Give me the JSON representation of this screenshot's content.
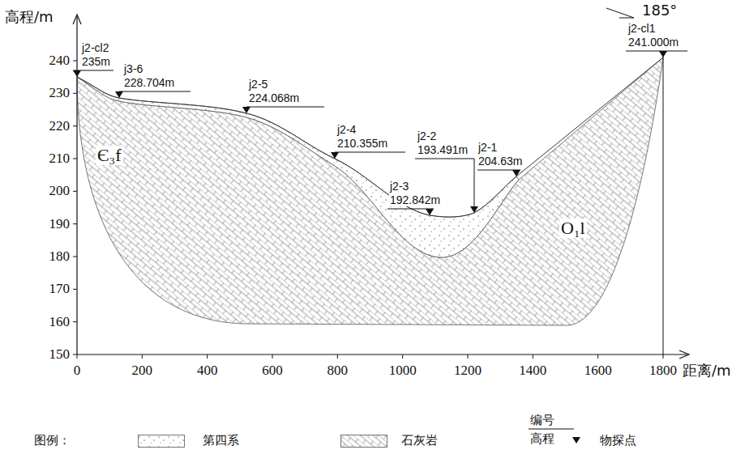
{
  "diagram": {
    "labels": [
      "高程/m",
      "240",
      "230",
      "220",
      "210",
      "200",
      "190",
      "180",
      "170",
      "160",
      "150",
      "0",
      "200",
      "400",
      "600",
      "800",
      "1000",
      "1200",
      "1400",
      "1600",
      "1800",
      "距离/m",
      "185°",
      "j2-cl2",
      "235m",
      "j3-6",
      "228.704m",
      "j2-5",
      "224.068m",
      "j2-4",
      "210.355m",
      "j2-3",
      "192.842m",
      "j2-2",
      "193.491m",
      "j2-1",
      "204.63m",
      "j2-cl1",
      "241.000m",
      "Є₃f",
      "O₁l",
      "图例：",
      "编号",
      "高程"
    ],
    "legend": [
      {
        "text": "第四系"
      },
      {
        "text": "石灰岩"
      },
      {
        "text": "物探点"
      }
    ]
  }
}
